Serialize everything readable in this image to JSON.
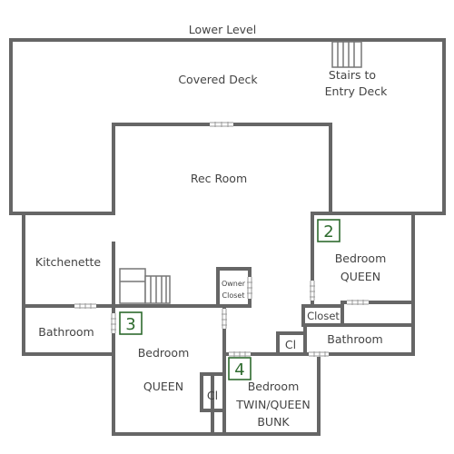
{
  "title": "Lower Level",
  "rooms": {
    "covered_deck": "Covered Deck",
    "stairs_line1": "Stairs to",
    "stairs_line2": "Entry Deck",
    "rec_room": "Rec Room",
    "kitchenette": "Kitchenette",
    "bathroom_left": "Bathroom",
    "bedroom2_line1": "Bedroom",
    "bedroom2_line2": "QUEEN",
    "owner_closet_line1": "Owner",
    "owner_closet_line2": "Closet",
    "closet": "Closet",
    "cl_right": "Cl",
    "bathroom_right": "Bathroom",
    "bedroom3_line1": "Bedroom",
    "bedroom3_line2": "QUEEN",
    "cl_left": "Cl",
    "bedroom4_line1": "Bedroom",
    "bedroom4_line2": "TWIN/QUEEN",
    "bedroom4_line3": "BUNK"
  },
  "badges": {
    "bedroom2": "2",
    "bedroom3": "3",
    "bedroom4": "4"
  },
  "colors": {
    "wall": "#666666",
    "badge": "#2e6b2e",
    "text": "#444444"
  }
}
